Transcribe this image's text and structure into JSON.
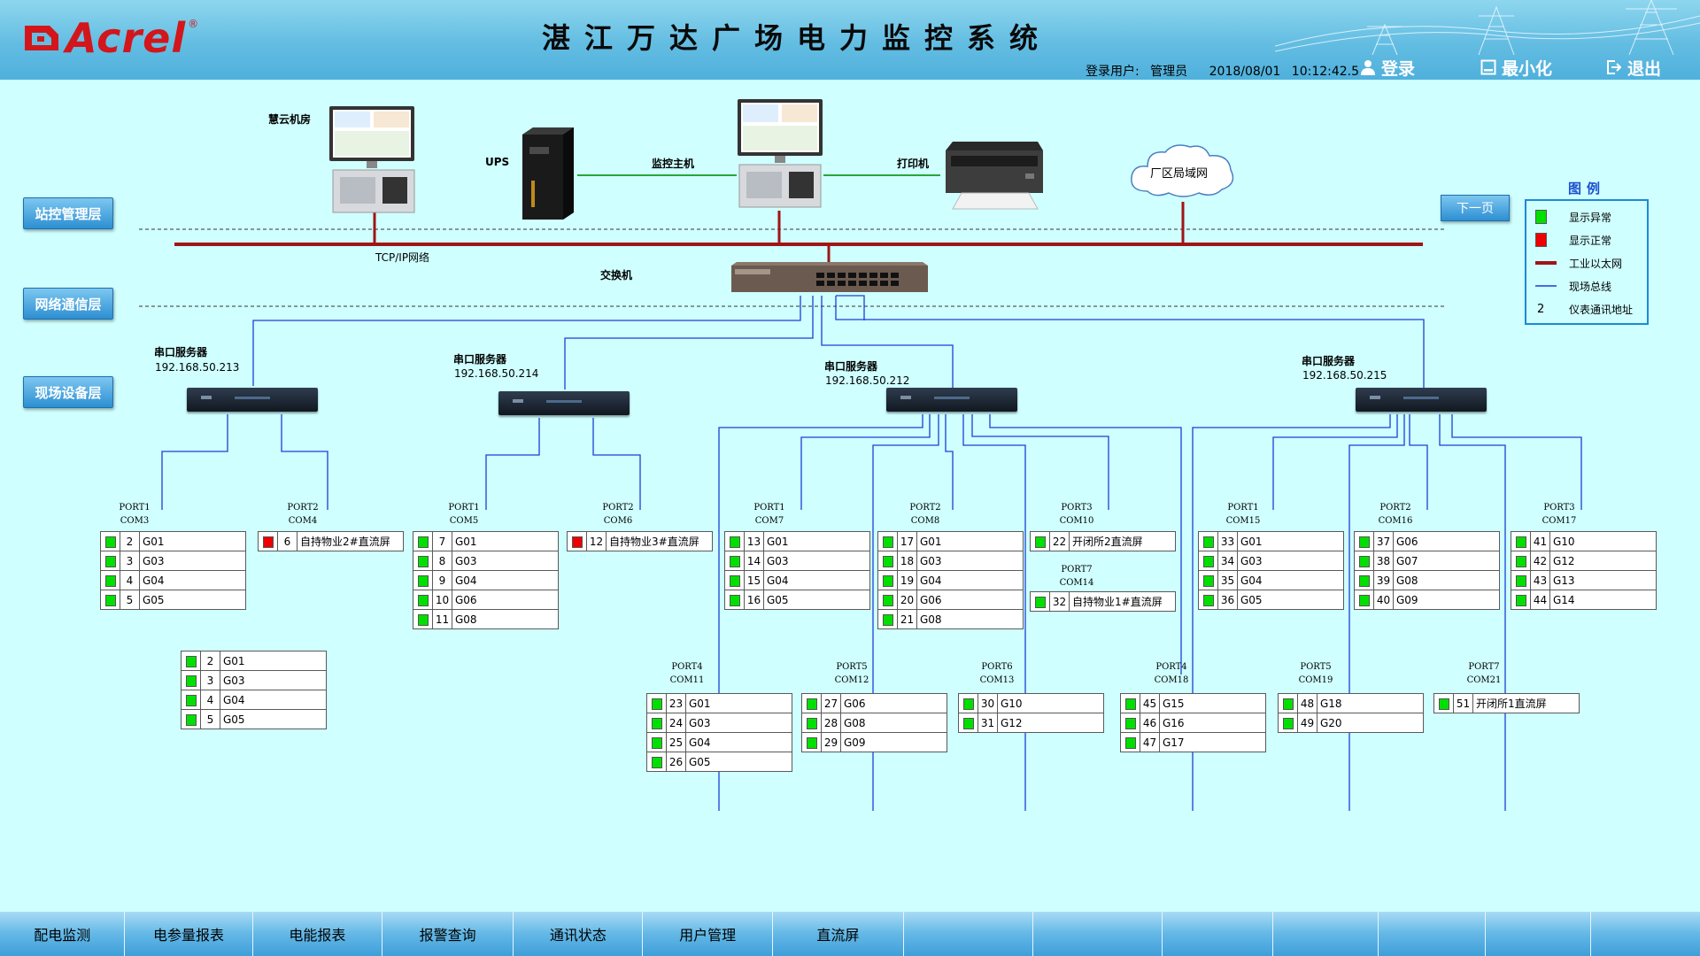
{
  "header": {
    "logo_text": "Acrel",
    "logo_reg": "®",
    "title": "湛江万达广场电力监控系统",
    "login_user_label": "登录用户:",
    "login_user": "管理员",
    "date": "2018/08/01",
    "time": "10:12:42.5",
    "login_btn": "登录",
    "minimize_btn": "最小化",
    "exit_btn": "退出"
  },
  "layers": {
    "station": "站控管理层",
    "network": "网络通信层",
    "field": "现场设备层"
  },
  "devices": {
    "cloud_room": "慧云机房",
    "ups": "UPS",
    "monitor_host": "监控主机",
    "printer": "打印机",
    "lan": "厂区局域网",
    "tcpip": "TCP/IP网络",
    "switch": "交换机"
  },
  "next_page": "下一页",
  "legend": {
    "title": "图例",
    "items": [
      {
        "symbol": "green",
        "label": "显示异常"
      },
      {
        "symbol": "red",
        "label": "显示正常"
      },
      {
        "symbol": "ethernet",
        "label": "工业以太网"
      },
      {
        "symbol": "bus",
        "label": "现场总线"
      },
      {
        "symbol": "2",
        "label": "仪表通讯地址"
      }
    ]
  },
  "servers": [
    {
      "label": "串口服务器",
      "ip": "192.168.50.213"
    },
    {
      "label": "串口服务器",
      "ip": "192.168.50.214"
    },
    {
      "label": "串口服务器",
      "ip": "192.168.50.212"
    },
    {
      "label": "串口服务器",
      "ip": "192.168.50.215"
    }
  ],
  "ports": {
    "p1": {
      "port": "PORT1",
      "com": "COM3"
    },
    "p2": {
      "port": "PORT2",
      "com": "COM4"
    },
    "p3": {
      "port": "PORT1",
      "com": "COM5"
    },
    "p4": {
      "port": "PORT2",
      "com": "COM6"
    },
    "p5": {
      "port": "PORT1",
      "com": "COM7"
    },
    "p6": {
      "port": "PORT2",
      "com": "COM8"
    },
    "p7": {
      "port": "PORT3",
      "com": "COM10"
    },
    "p8": {
      "port": "PORT7",
      "com": "COM14"
    },
    "p9": {
      "port": "PORT1",
      "com": "COM15"
    },
    "p10": {
      "port": "PORT2",
      "com": "COM16"
    },
    "p11": {
      "port": "PORT3",
      "com": "COM17"
    },
    "p12": {
      "port": "PORT4",
      "com": "COM11"
    },
    "p13": {
      "port": "PORT5",
      "com": "COM12"
    },
    "p14": {
      "port": "PORT6",
      "com": "COM13"
    },
    "p15": {
      "port": "PORT4",
      "com": "COM18"
    },
    "p16": {
      "port": "PORT5",
      "com": "COM19"
    },
    "p17": {
      "port": "PORT7",
      "com": "COM21"
    }
  },
  "meters": {
    "t1": [
      {
        "s": "green",
        "n": "2",
        "t": "G01"
      },
      {
        "s": "green",
        "n": "3",
        "t": "G03"
      },
      {
        "s": "green",
        "n": "4",
        "t": "G04"
      },
      {
        "s": "green",
        "n": "5",
        "t": "G05"
      }
    ],
    "t2": [
      {
        "s": "red",
        "n": "6",
        "t": "自持物业2#直流屏"
      }
    ],
    "t3": [
      {
        "s": "green",
        "n": "7",
        "t": "G01"
      },
      {
        "s": "green",
        "n": "8",
        "t": "G03"
      },
      {
        "s": "green",
        "n": "9",
        "t": "G04"
      },
      {
        "s": "green",
        "n": "10",
        "t": "G06"
      },
      {
        "s": "green",
        "n": "11",
        "t": "G08"
      }
    ],
    "t4": [
      {
        "s": "red",
        "n": "12",
        "t": "自持物业3#直流屏"
      }
    ],
    "t5": [
      {
        "s": "green",
        "n": "13",
        "t": "G01"
      },
      {
        "s": "green",
        "n": "14",
        "t": "G03"
      },
      {
        "s": "green",
        "n": "15",
        "t": "G04"
      },
      {
        "s": "green",
        "n": "16",
        "t": "G05"
      }
    ],
    "t6": [
      {
        "s": "green",
        "n": "17",
        "t": "G01"
      },
      {
        "s": "green",
        "n": "18",
        "t": "G03"
      },
      {
        "s": "green",
        "n": "19",
        "t": "G04"
      },
      {
        "s": "green",
        "n": "20",
        "t": "G06"
      },
      {
        "s": "green",
        "n": "21",
        "t": "G08"
      }
    ],
    "t7": [
      {
        "s": "green",
        "n": "22",
        "t": "开闭所2直流屏"
      }
    ],
    "t8": [
      {
        "s": "green",
        "n": "32",
        "t": "自持物业1#直流屏"
      }
    ],
    "t9": [
      {
        "s": "green",
        "n": "33",
        "t": "G01"
      },
      {
        "s": "green",
        "n": "34",
        "t": "G03"
      },
      {
        "s": "green",
        "n": "35",
        "t": "G04"
      },
      {
        "s": "green",
        "n": "36",
        "t": "G05"
      }
    ],
    "t10": [
      {
        "s": "green",
        "n": "37",
        "t": "G06"
      },
      {
        "s": "green",
        "n": "38",
        "t": "G07"
      },
      {
        "s": "green",
        "n": "39",
        "t": "G08"
      },
      {
        "s": "green",
        "n": "40",
        "t": "G09"
      }
    ],
    "t11": [
      {
        "s": "green",
        "n": "41",
        "t": "G10"
      },
      {
        "s": "green",
        "n": "42",
        "t": "G12"
      },
      {
        "s": "green",
        "n": "43",
        "t": "G13"
      },
      {
        "s": "green",
        "n": "44",
        "t": "G14"
      }
    ],
    "t12": [
      {
        "s": "green",
        "n": "2",
        "t": "G01"
      },
      {
        "s": "green",
        "n": "3",
        "t": "G03"
      },
      {
        "s": "green",
        "n": "4",
        "t": "G04"
      },
      {
        "s": "green",
        "n": "5",
        "t": "G05"
      }
    ],
    "t13": [
      {
        "s": "green",
        "n": "23",
        "t": "G01"
      },
      {
        "s": "green",
        "n": "24",
        "t": "G03"
      },
      {
        "s": "green",
        "n": "25",
        "t": "G04"
      },
      {
        "s": "green",
        "n": "26",
        "t": "G05"
      }
    ],
    "t14": [
      {
        "s": "green",
        "n": "27",
        "t": "G06"
      },
      {
        "s": "green",
        "n": "28",
        "t": "G08"
      },
      {
        "s": "green",
        "n": "29",
        "t": "G09"
      }
    ],
    "t15": [
      {
        "s": "green",
        "n": "30",
        "t": "G10"
      },
      {
        "s": "green",
        "n": "31",
        "t": "G12"
      }
    ],
    "t16": [
      {
        "s": "green",
        "n": "45",
        "t": "G15"
      },
      {
        "s": "green",
        "n": "46",
        "t": "G16"
      },
      {
        "s": "green",
        "n": "47",
        "t": "G17"
      }
    ],
    "t17": [
      {
        "s": "green",
        "n": "48",
        "t": "G18"
      },
      {
        "s": "green",
        "n": "49",
        "t": "G20"
      }
    ],
    "t18": [
      {
        "s": "green",
        "n": "51",
        "t": "开闭所1直流屏"
      }
    ]
  },
  "footer": {
    "tabs": [
      "配电监测",
      "电参量报表",
      "电能报表",
      "报警查询",
      "通讯状态",
      "用户管理",
      "直流屏"
    ]
  }
}
